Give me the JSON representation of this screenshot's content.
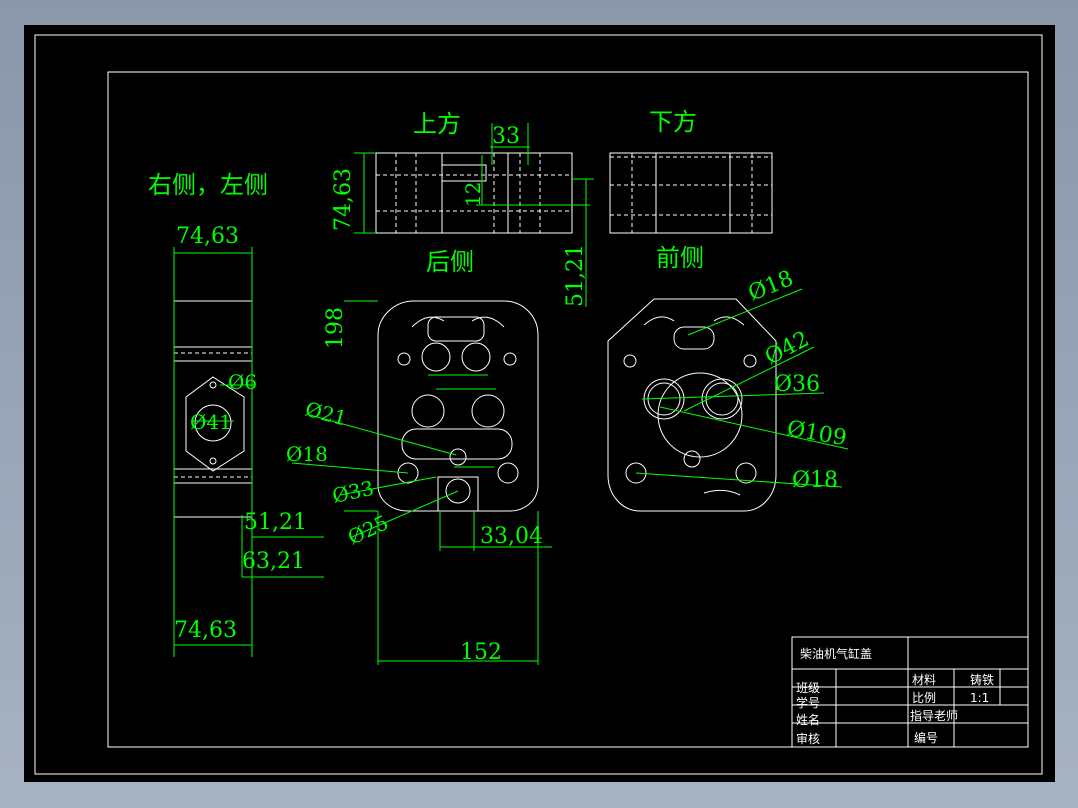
{
  "view_labels": {
    "top": "上方",
    "bottom": "下方",
    "sides": "右侧，左侧",
    "rear": "后侧",
    "front": "前侧"
  },
  "dimensions": {
    "d_33_top": "33",
    "d_74_63_side": "74,63",
    "d_12": "12",
    "d_51_21_mid": "51,21",
    "d_74_63_left_top": "74,63",
    "d_198": "198",
    "phi_6": "Ø6",
    "phi_41": "Ø41",
    "phi_21": "Ø21",
    "phi_18_left": "Ø18",
    "phi_33": "Ø33",
    "phi_25": "Ø25",
    "d_51_21_left": "51,21",
    "d_63_21": "63,21",
    "d_74_63_left_bottom": "74,63",
    "d_33_04": "33,04",
    "d_152": "152",
    "phi_18_top": "Ø18",
    "phi_42": "Ø42",
    "phi_36": "Ø36",
    "phi_109": "Ø109",
    "phi_18_bottom": "Ø18"
  },
  "title_block": {
    "part_name": "柴油机气缸盖",
    "class_label": "班级",
    "student_id_label": "学号",
    "name_label": "姓名",
    "review_label": "审核",
    "material_label": "材料",
    "material_value": "铸铁",
    "scale_label": "比例",
    "scale_value": "1:1",
    "instructor_label": "指导老师",
    "number_label": "编号"
  }
}
